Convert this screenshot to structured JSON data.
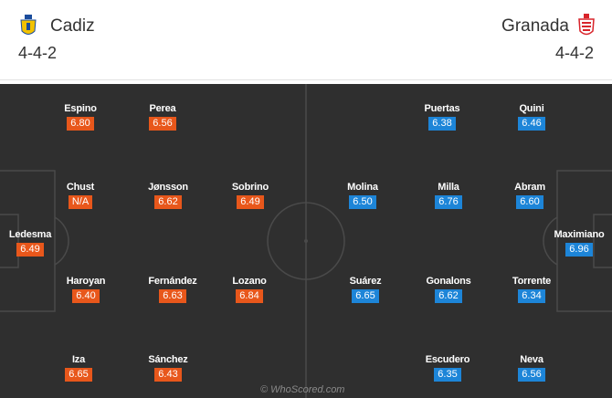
{
  "home": {
    "name": "Cadiz",
    "formation": "4-4-2",
    "crest_icon": "cadiz-crest-icon",
    "color": "#e8571b",
    "players": [
      {
        "name": "Espino",
        "rating": "6.80"
      },
      {
        "name": "Perea",
        "rating": "6.56"
      },
      {
        "name": "Chust",
        "rating": "N/A"
      },
      {
        "name": "Jønsson",
        "rating": "6.62"
      },
      {
        "name": "Sobrino",
        "rating": "6.49"
      },
      {
        "name": "Ledesma",
        "rating": "6.49"
      },
      {
        "name": "Haroyan",
        "rating": "6.40"
      },
      {
        "name": "Fernández",
        "rating": "6.63"
      },
      {
        "name": "Lozano",
        "rating": "6.84"
      },
      {
        "name": "Iza",
        "rating": "6.65"
      },
      {
        "name": "Sánchez",
        "rating": "6.43"
      }
    ]
  },
  "away": {
    "name": "Granada",
    "formation": "4-4-2",
    "crest_icon": "granada-crest-icon",
    "color": "#1d85d8",
    "players": [
      {
        "name": "Puertas",
        "rating": "6.38"
      },
      {
        "name": "Quini",
        "rating": "6.46"
      },
      {
        "name": "Molina",
        "rating": "6.50"
      },
      {
        "name": "Milla",
        "rating": "6.76"
      },
      {
        "name": "Abram",
        "rating": "6.60"
      },
      {
        "name": "Maximiano",
        "rating": "6.96"
      },
      {
        "name": "Suárez",
        "rating": "6.65"
      },
      {
        "name": "Gonalons",
        "rating": "6.62"
      },
      {
        "name": "Torrente",
        "rating": "6.34"
      },
      {
        "name": "Escudero",
        "rating": "6.35"
      },
      {
        "name": "Neva",
        "rating": "6.56"
      }
    ]
  },
  "watermark": "© WhoScored.com"
}
